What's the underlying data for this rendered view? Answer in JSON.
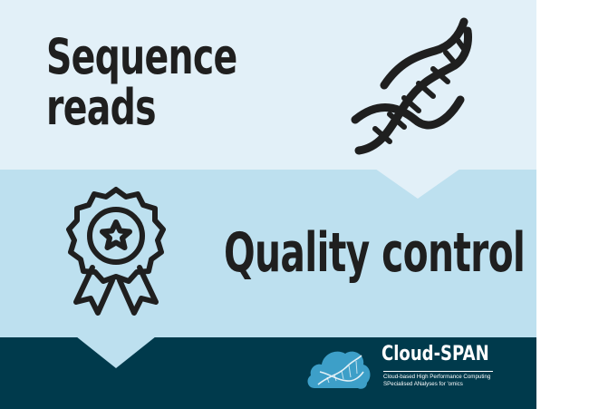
{
  "top_section": {
    "title_line1": "Sequence",
    "title_line2": "reads",
    "icon": "dna-helix-icon",
    "background": "#e2f0f8"
  },
  "middle_section": {
    "title": "Quality control",
    "icon": "award-ribbon-star-icon",
    "background": "#bde0ef"
  },
  "footer": {
    "background": "#003a4c",
    "logo": {
      "name": "Cloud-SPAN",
      "tagline_line1": "Cloud-based High Performance Computing",
      "tagline_line2": "SPecialised ANalyses for 'omics",
      "icon": "cloud-dna-logo-icon",
      "accent": "#3d9fc8"
    }
  },
  "colors": {
    "text": "#1f1f1f",
    "logo_text": "#ffffff"
  }
}
